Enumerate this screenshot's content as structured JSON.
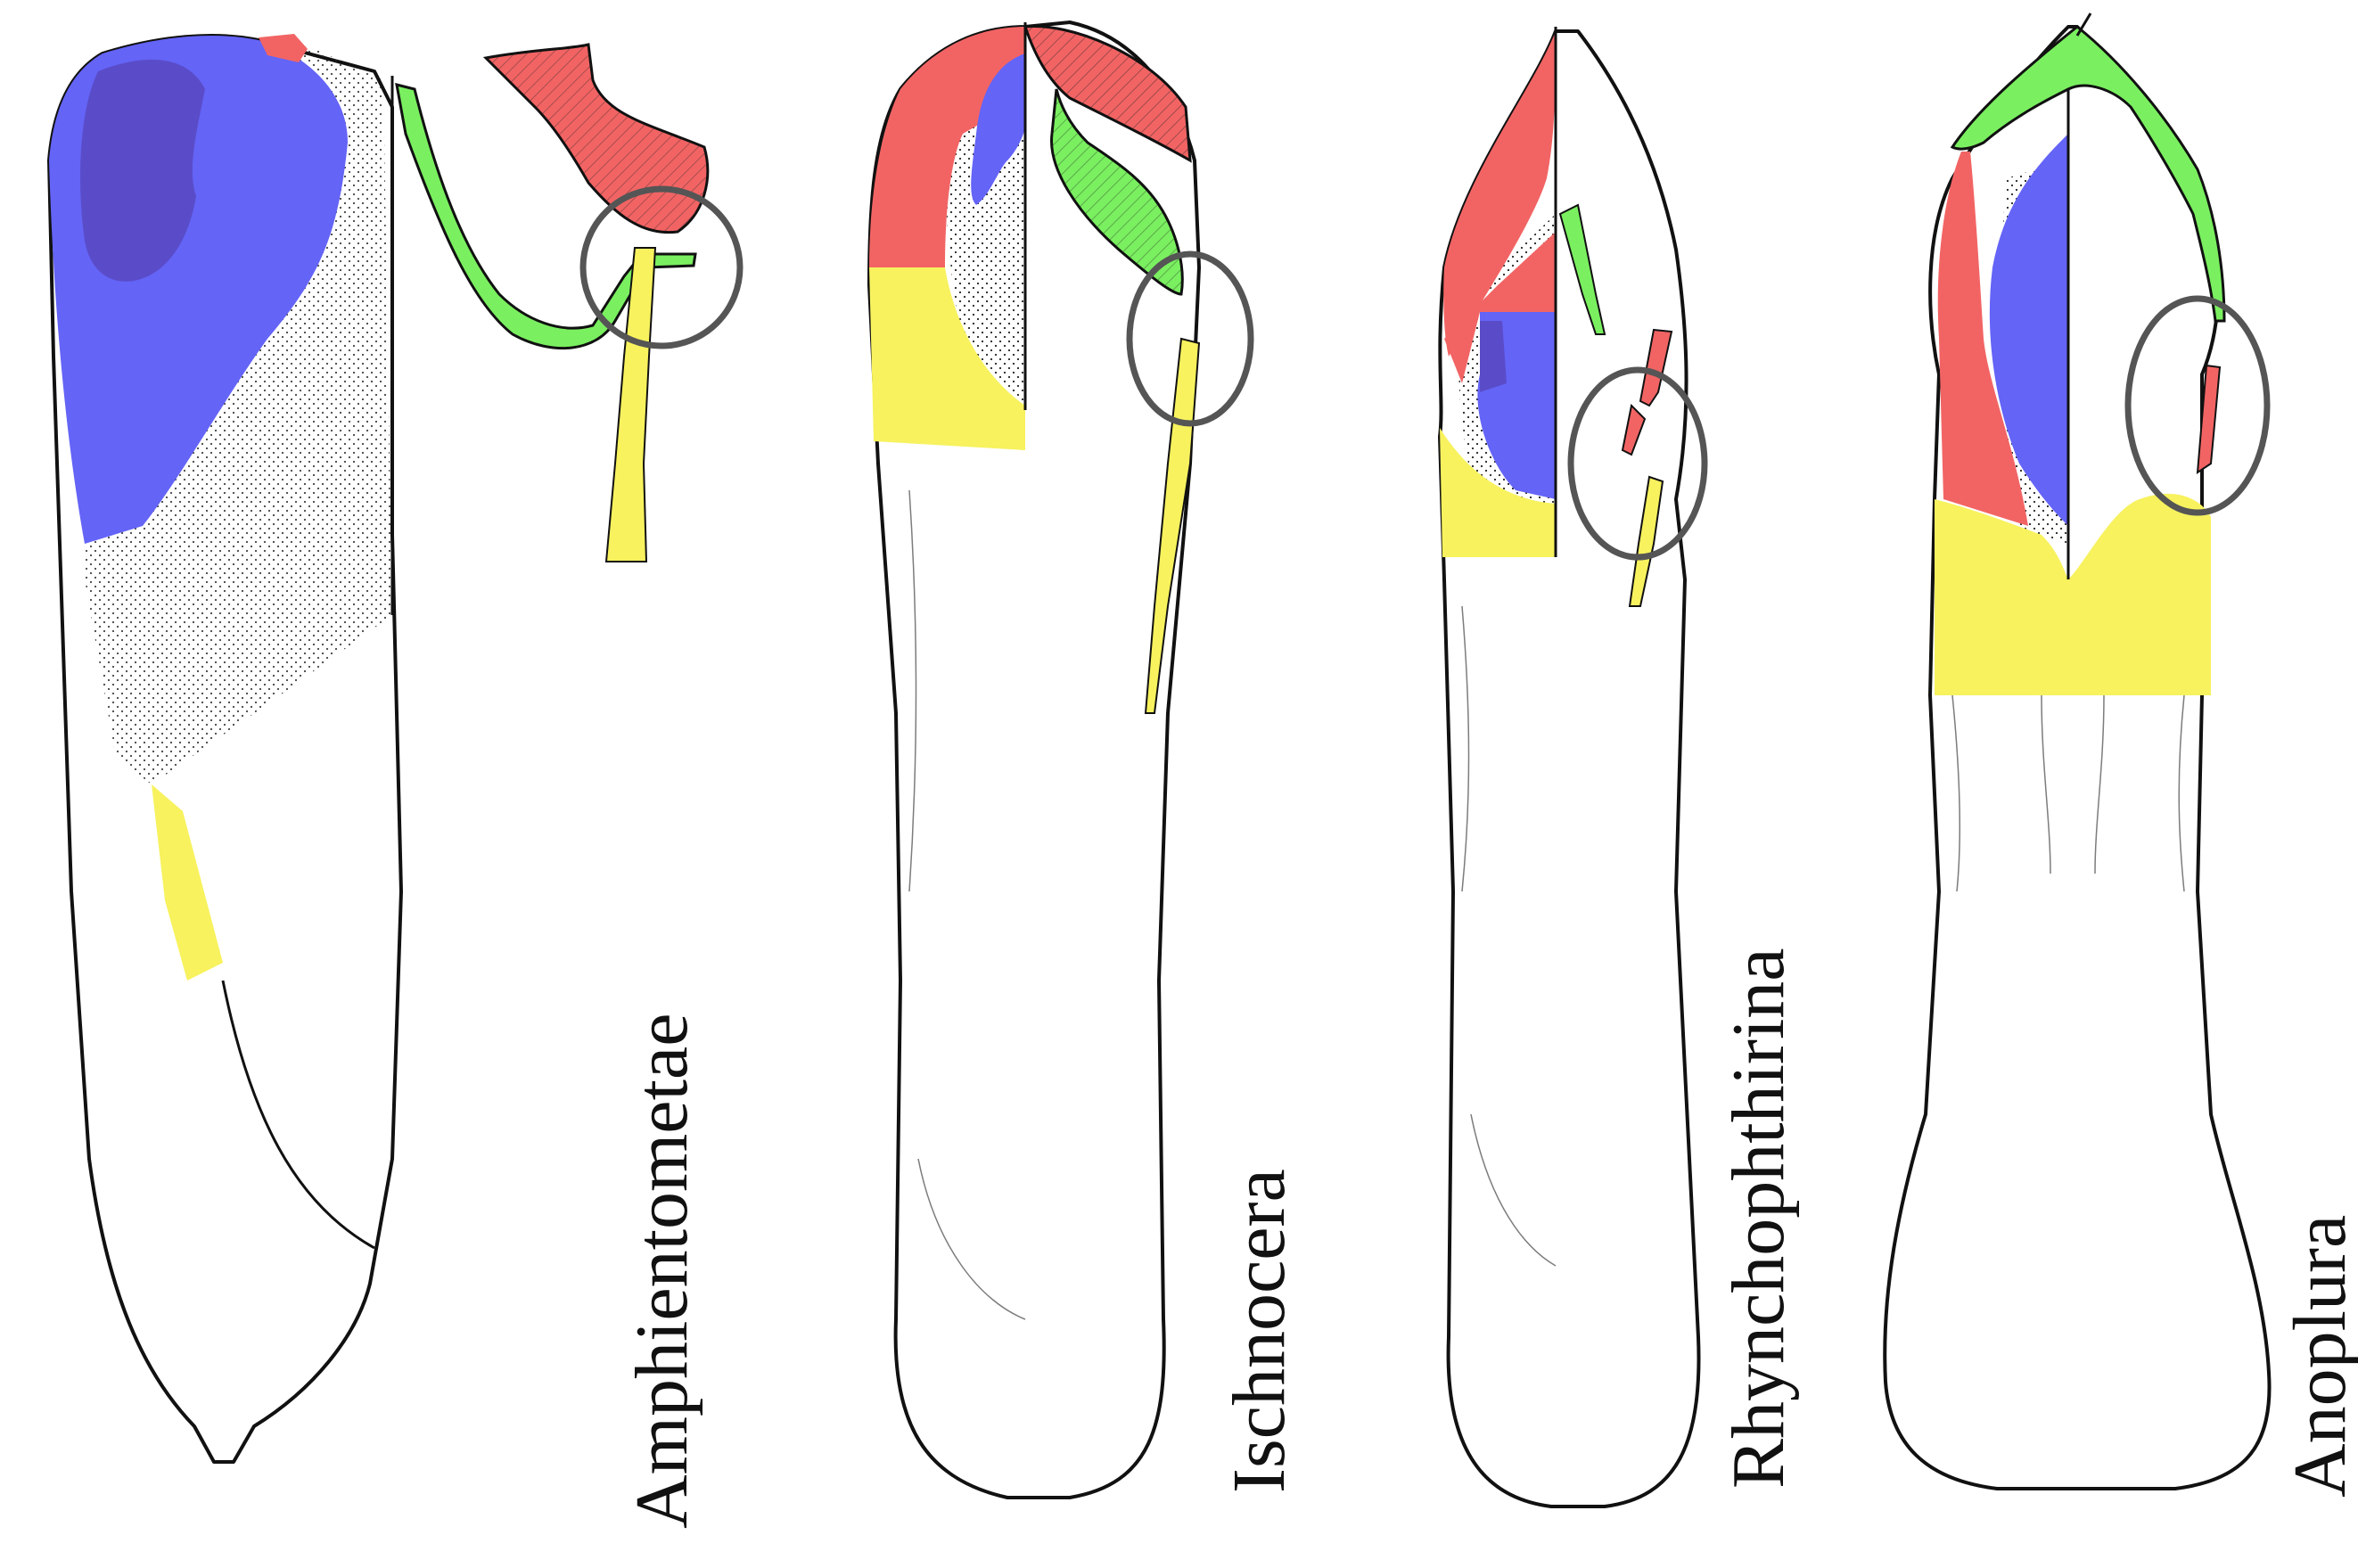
{
  "colors": {
    "red": "#F26464",
    "blue": "#6464F7",
    "dark_blue": "#5A4CC8",
    "green": "#7AF060",
    "yellow": "#F7F25E",
    "stipple": "#dcdcdc",
    "outline": "#111111",
    "highlight_circle": "#555555"
  },
  "panels": [
    {
      "label": "Amphientometae"
    },
    {
      "label": "Ischnocera"
    },
    {
      "label": "Rhynchophthirina"
    },
    {
      "label": "Anoplura"
    }
  ]
}
